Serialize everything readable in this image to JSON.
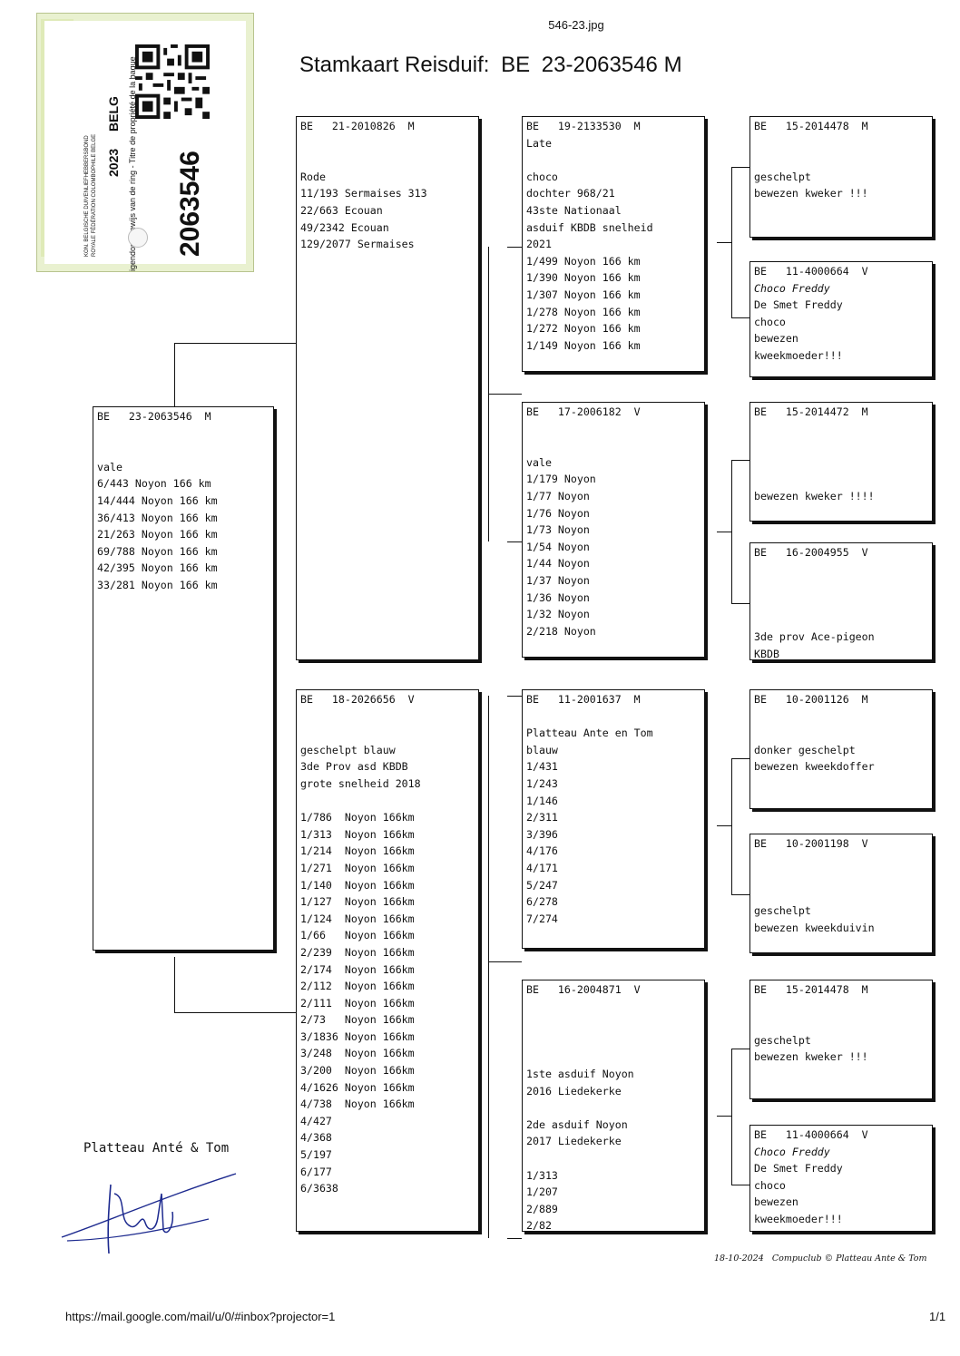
{
  "header": {
    "filename": "546-23.jpg",
    "title_prefix": "Stamkaart Reisduif:",
    "title_country": "BE",
    "title_ring": "23-2063546 M"
  },
  "ring_card": {
    "federation_nl": "KON. BELGISCHE DUIVENLIEFHEBBERSBOND",
    "federation_fr": "ROYALE FÉDÉRATION COLOMBOPHILE BELGE",
    "year": "2023",
    "country": "BELG",
    "ownership_text": "Eigendomsbewijs van de ring - Titre de propriété de la bague",
    "ring_number": "2063546"
  },
  "pedigree": {
    "subject": {
      "ring": "BE   23-2063546  M",
      "lines": [
        "",
        "",
        "vale",
        "6/443 Noyon 166 km",
        "14/444 Noyon 166 km",
        "36/413 Noyon 166 km",
        "21/263 Noyon 166 km",
        "69/788 Noyon 166 km",
        "42/395 Noyon 166 km",
        "33/281 Noyon 166 km"
      ]
    },
    "father": {
      "ring": "BE   21-2010826  M",
      "lines": [
        "",
        "",
        "Rode",
        "11/193 Sermaises 313",
        "22/663 Ecouan",
        "49/2342 Ecouan",
        "129/2077 Sermaises"
      ]
    },
    "mother": {
      "ring": "BE   18-2026656  V",
      "lines": [
        "",
        "",
        "geschelpt blauw",
        "3de Prov asd KBDB",
        "grote snelheid 2018",
        "",
        "1/786  Noyon 166km",
        "1/313  Noyon 166km",
        "1/214  Noyon 166km",
        "1/271  Noyon 166km",
        "1/140  Noyon 166km",
        "1/127  Noyon 166km",
        "1/124  Noyon 166km",
        "1/66   Noyon 166km",
        "2/239  Noyon 166km",
        "2/174  Noyon 166km",
        "2/112  Noyon 166km",
        "2/111  Noyon 166km",
        "2/73   Noyon 166km",
        "3/1836 Noyon 166km",
        "3/248  Noyon 166km",
        "3/200  Noyon 166km",
        "4/1626 Noyon 166km",
        "4/738  Noyon 166km",
        "4/427",
        "4/368",
        "5/197",
        "6/177",
        "6/3638"
      ]
    },
    "ff": {
      "ring": "BE   19-2133530  M",
      "lines": [
        "Late",
        "",
        "choco",
        "dochter 968/21",
        "43ste Nationaal",
        "asduif KBDB snelheid",
        "2021",
        "1/499 Noyon 166 km",
        "1/390 Noyon 166 km",
        "1/307 Noyon 166 km",
        "1/278 Noyon 166 km",
        "1/272 Noyon 166 km",
        "1/149 Noyon 166 km"
      ]
    },
    "fm": {
      "ring": "BE   17-2006182  V",
      "lines": [
        "",
        "",
        "vale",
        "1/179 Noyon",
        "1/77 Noyon",
        "1/76 Noyon",
        "1/73 Noyon",
        "1/54 Noyon",
        "1/44 Noyon",
        "1/37 Noyon",
        "1/36 Noyon",
        "1/32 Noyon",
        "2/218 Noyon"
      ]
    },
    "mf": {
      "ring": "BE   11-2001637  M",
      "lines": [
        "",
        "Platteau Ante en Tom",
        "blauw",
        "1/431",
        "1/243",
        "1/146",
        "2/311",
        "3/396",
        "4/176",
        "4/171",
        "5/247",
        "6/278",
        "7/274"
      ]
    },
    "mm": {
      "ring": "BE   16-2004871  V",
      "lines": [
        "",
        "",
        "",
        "",
        "1ste asduif Noyon",
        "2016 Liedekerke",
        "",
        "2de asduif Noyon",
        "2017 Liedekerke",
        "",
        "1/313",
        "1/207",
        "2/889",
        "2/82"
      ]
    },
    "fff": {
      "ring": "BE   15-2014478  M",
      "lines": [
        "",
        "",
        "geschelpt",
        "bewezen kweker !!!"
      ]
    },
    "ffm": {
      "ring": "BE   11-4000664  V",
      "lines": [
        "Choco Freddy",
        "De Smet Freddy",
        "choco",
        "bewezen",
        "kweekmoeder!!!"
      ]
    },
    "fmf": {
      "ring": "BE   15-2014472  M",
      "lines": [
        "",
        "",
        "",
        "",
        "bewezen kweker !!!!"
      ]
    },
    "fmm": {
      "ring": "BE   16-2004955  V",
      "lines": [
        "",
        "",
        "",
        "",
        "3de prov Ace-pigeon",
        "KBDB"
      ]
    },
    "mff": {
      "ring": "BE   10-2001126  M",
      "lines": [
        "",
        "",
        "donker geschelpt",
        "bewezen kweekdoffer"
      ]
    },
    "mfm": {
      "ring": "BE   10-2001198  V",
      "lines": [
        "",
        "",
        "",
        "geschelpt",
        "bewezen kweekduivin"
      ]
    },
    "mmf": {
      "ring": "BE   15-2014478  M",
      "lines": [
        "",
        "",
        "geschelpt",
        "bewezen kweker !!!"
      ]
    },
    "mmm": {
      "ring": "BE   11-4000664  V",
      "lines": [
        "Choco Freddy",
        "De Smet Freddy",
        "choco",
        "bewezen",
        "kweekmoeder!!!"
      ]
    }
  },
  "signature": {
    "name": "Platteau Anté & Tom"
  },
  "footer": {
    "print_info": "18-10-2024   Compuclub © Platteau Ante & Tom",
    "url": "https://mail.google.com/mail/u/0/#inbox?projector=1",
    "page": "1/1"
  },
  "colors": {
    "ring_card_green": "#e9f1d0",
    "text": "#111111"
  }
}
